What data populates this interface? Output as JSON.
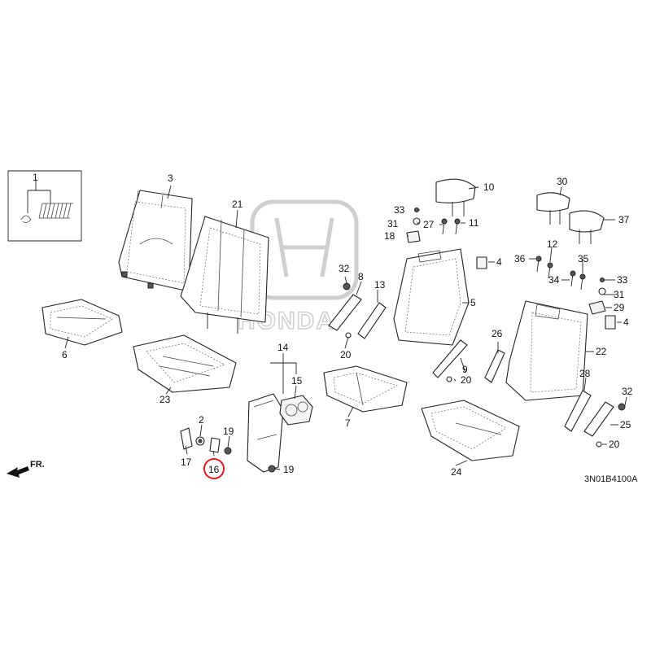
{
  "diagram": {
    "brand_watermark": "HONDA",
    "diagram_code": "3N01B4100A",
    "front_indicator": "FR.",
    "highlight_color": "#e0201e",
    "highlighted_part": "16",
    "callouts": {
      "p1": "1",
      "p2": "2",
      "p3": "3",
      "p4a": "4",
      "p4b": "4",
      "p5": "5",
      "p6": "6",
      "p7": "7",
      "p8": "8",
      "p9": "9",
      "p10": "10",
      "p11": "11",
      "p12": "12",
      "p13": "13",
      "p14": "14",
      "p15": "15",
      "p16": "16",
      "p17": "17",
      "p18": "18",
      "p19a": "19",
      "p19b": "19",
      "p20a": "20",
      "p20b": "20",
      "p20c": "20",
      "p21": "21",
      "p22": "22",
      "p23": "23",
      "p24": "24",
      "p25": "25",
      "p26": "26",
      "p27": "27",
      "p28": "28",
      "p29": "29",
      "p30": "30",
      "p31a": "31",
      "p31b": "31",
      "p32a": "32",
      "p32b": "32",
      "p33a": "33",
      "p33b": "33",
      "p34": "34",
      "p35": "35",
      "p36": "36",
      "p37": "37"
    }
  }
}
